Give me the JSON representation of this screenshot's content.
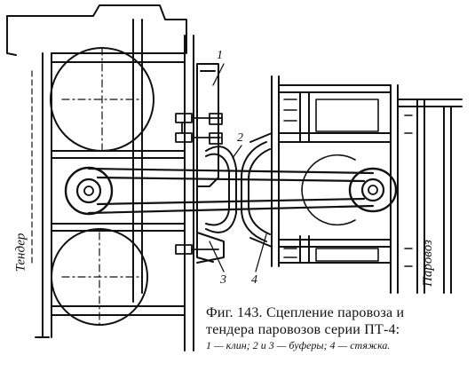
{
  "figure": {
    "side_labels": {
      "tender": "Тендер",
      "locomotive": "Паровоз"
    },
    "callouts": {
      "one": "1",
      "two": "2",
      "three": "3",
      "four": "4"
    },
    "caption": {
      "title": "Фиг. 143. Сцепление паровоза и",
      "subtitle": "тендера паровозов серии ПТ-4:",
      "legend": "1 — клин; 2 и 3 — буферы; 4 — стяжка."
    }
  },
  "colors": {
    "ink": "#111111",
    "paper": "#ffffff"
  }
}
